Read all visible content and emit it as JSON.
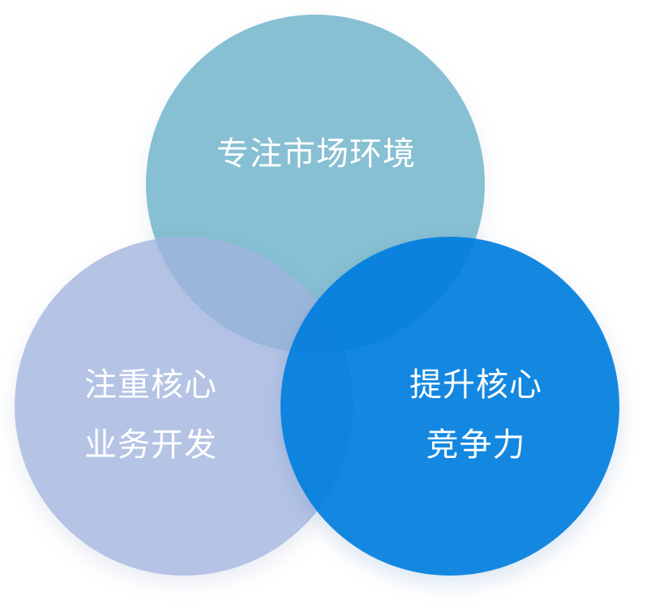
{
  "diagram": {
    "top_circle": {
      "line1": "专注市场环境",
      "color": "#6cb2c8"
    },
    "left_circle": {
      "line1": "注重核心",
      "line2": "业务开发",
      "color": "#a0b4de"
    },
    "right_circle": {
      "line1": "提升核心",
      "line2": "竞争力",
      "color": "#007ede"
    }
  }
}
